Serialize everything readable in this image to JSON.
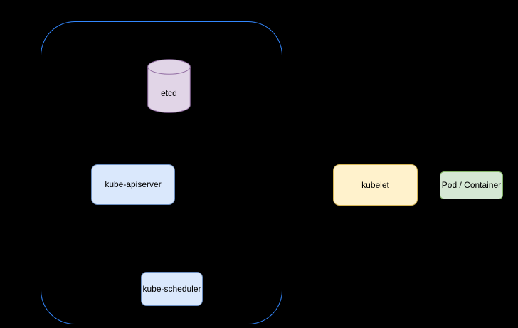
{
  "background": "#000000",
  "cluster": {
    "border_color": "#3388FF"
  },
  "nodes": [
    {
      "id": "etcd",
      "label": "etcd",
      "shape": "cylinder",
      "fill": "#E1D5E7",
      "stroke": "#9673A6"
    },
    {
      "id": "kube-apiserver",
      "label": "kube-apiserver",
      "shape": "rounded-rectangle",
      "fill": "#DAE8FC",
      "stroke": "#6C8EBF"
    },
    {
      "id": "kube-scheduler",
      "label": "kube-scheduler",
      "shape": "rounded-rectangle",
      "fill": "#DAE8FC",
      "stroke": "#6C8EBF"
    },
    {
      "id": "kubelet",
      "label": "kubelet",
      "shape": "rounded-rectangle",
      "fill": "#FFF2CC",
      "stroke": "#D6B656"
    },
    {
      "id": "pod-container",
      "label": "Pod / Container",
      "shape": "rounded-rectangle",
      "fill": "#D5E8D4",
      "stroke": "#82B366"
    }
  ]
}
